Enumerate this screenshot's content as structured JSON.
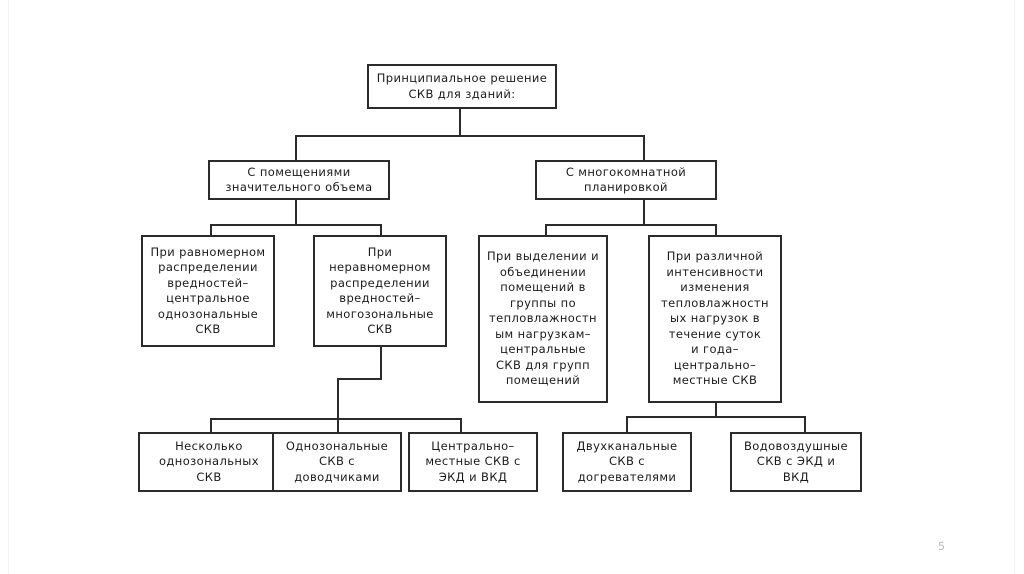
{
  "page": {
    "number": "5",
    "background_color": "#ffffff",
    "line_color": "#2b2b2b",
    "text_color": "#1a1a1a",
    "page_number_color": "#b9b9b9"
  },
  "chart_data": {
    "type": "diagram",
    "diagram_kind": "hierarchical-tree-flowchart",
    "title": "Принципиальное решение СКВ для зданий:",
    "orientation": "top-down",
    "levels": 4,
    "nodes": [
      {
        "id": "root",
        "level": 0,
        "label": "Принципиальное решение\nСКВ для зданий:"
      },
      {
        "id": "l1a",
        "level": 1,
        "label": "С помещениями\nзначительного объема"
      },
      {
        "id": "l1b",
        "level": 1,
        "label": "С многокомнатной\nпланировкой"
      },
      {
        "id": "l2a",
        "level": 2,
        "label": "При равномерном\nраспределении\nвредностей–\nцентральное\nоднозональные\nСКВ"
      },
      {
        "id": "l2b",
        "level": 2,
        "label": "При\nнеравномерном\nраспределении\nвредностей–\nмногозональные\nСКВ"
      },
      {
        "id": "l2c",
        "level": 2,
        "label": "При выделении и\nобъединении\nпомещений в\nгруппы по\nтепловлажностн\nым нагрузкам–\nцентральные\nСКВ для групп\nпомещений"
      },
      {
        "id": "l2d",
        "level": 2,
        "label": "При различной\nинтенсивности\nизменения\nтепловлажностн\nых нагрузок в\nтечение суток\nи года–\nцентрально–\nместные СКВ"
      },
      {
        "id": "l3a",
        "level": 3,
        "label": "Несколько\nоднозональных\nСКВ"
      },
      {
        "id": "l3b",
        "level": 3,
        "label": "Однозональные\nСКВ с\nдоводчиками"
      },
      {
        "id": "l3c",
        "level": 3,
        "label": "Центрально–\nместные СКВ с\nЭКД и ВКД"
      },
      {
        "id": "l3d",
        "level": 3,
        "label": "Двухканальные\nСКВ с\nдогревателями"
      },
      {
        "id": "l3e",
        "level": 3,
        "label": "Водовоздушные\nСКВ с ЭКД и\nВКД"
      }
    ],
    "edges": [
      {
        "from": "root",
        "to": "l1a"
      },
      {
        "from": "root",
        "to": "l1b"
      },
      {
        "from": "l1a",
        "to": "l2a"
      },
      {
        "from": "l1a",
        "to": "l2b"
      },
      {
        "from": "l1b",
        "to": "l2c"
      },
      {
        "from": "l1b",
        "to": "l2d"
      },
      {
        "from": "l2b",
        "to": "l3a"
      },
      {
        "from": "l2b",
        "to": "l3b"
      },
      {
        "from": "l2b",
        "to": "l3c"
      },
      {
        "from": "l2d",
        "to": "l3d"
      },
      {
        "from": "l2d",
        "to": "l3e"
      }
    ]
  }
}
